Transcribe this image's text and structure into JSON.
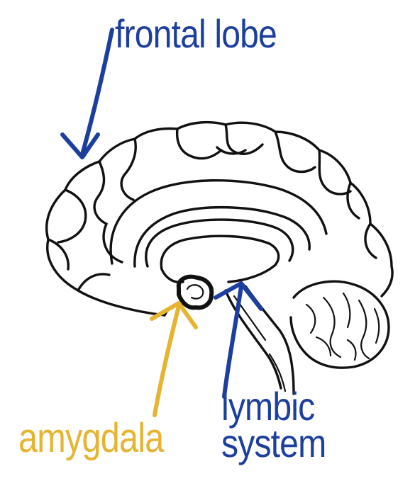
{
  "labels": {
    "frontal_lobe": "frontal lobe",
    "amygdala": "amygdala",
    "lymbic_line1": "lymbic",
    "lymbic_line2": "system"
  },
  "colors": {
    "blue_annotation": "#1c3f9e",
    "yellow_annotation": "#e5b431",
    "outline": "#111111",
    "background": "#ffffff"
  }
}
